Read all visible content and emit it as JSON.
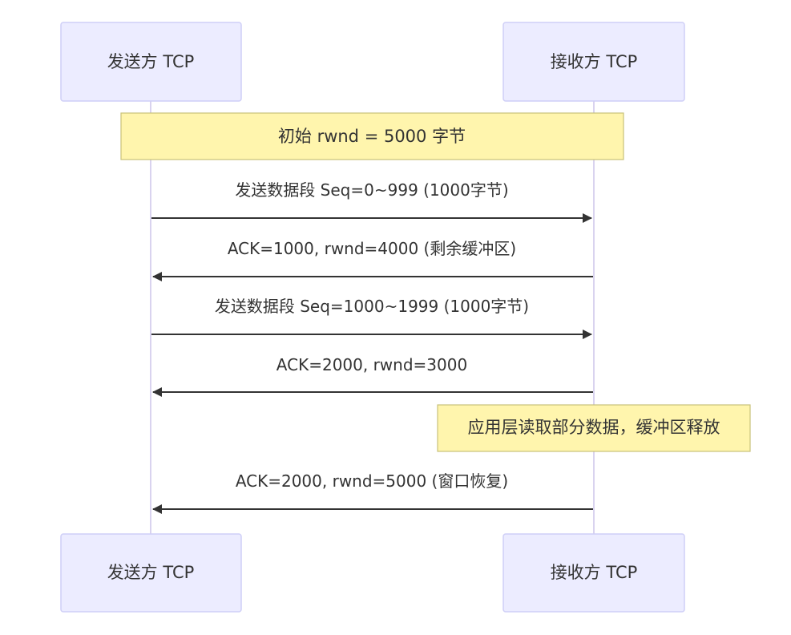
{
  "participants": [
    {
      "id": "sender",
      "label": "发送方 TCP"
    },
    {
      "id": "receiver",
      "label": "接收方 TCP"
    }
  ],
  "notes": [
    {
      "label": "初始 rwnd = 5000 字节",
      "over": [
        "sender",
        "receiver"
      ]
    },
    {
      "label": "应用层读取部分数据，缓冲区释放",
      "right_of": "receiver"
    }
  ],
  "messages": [
    {
      "from": "sender",
      "to": "receiver",
      "label": "发送数据段 Seq=0~999 (1000字节)"
    },
    {
      "from": "receiver",
      "to": "sender",
      "label": "ACK=1000, rwnd=4000 (剩余缓冲区)"
    },
    {
      "from": "sender",
      "to": "receiver",
      "label": "发送数据段 Seq=1000~1999 (1000字节)"
    },
    {
      "from": "receiver",
      "to": "sender",
      "label": "ACK=2000, rwnd=3000"
    },
    {
      "from": "receiver",
      "to": "sender",
      "label": "ACK=2000, rwnd=5000 (窗口恢复)"
    }
  ]
}
